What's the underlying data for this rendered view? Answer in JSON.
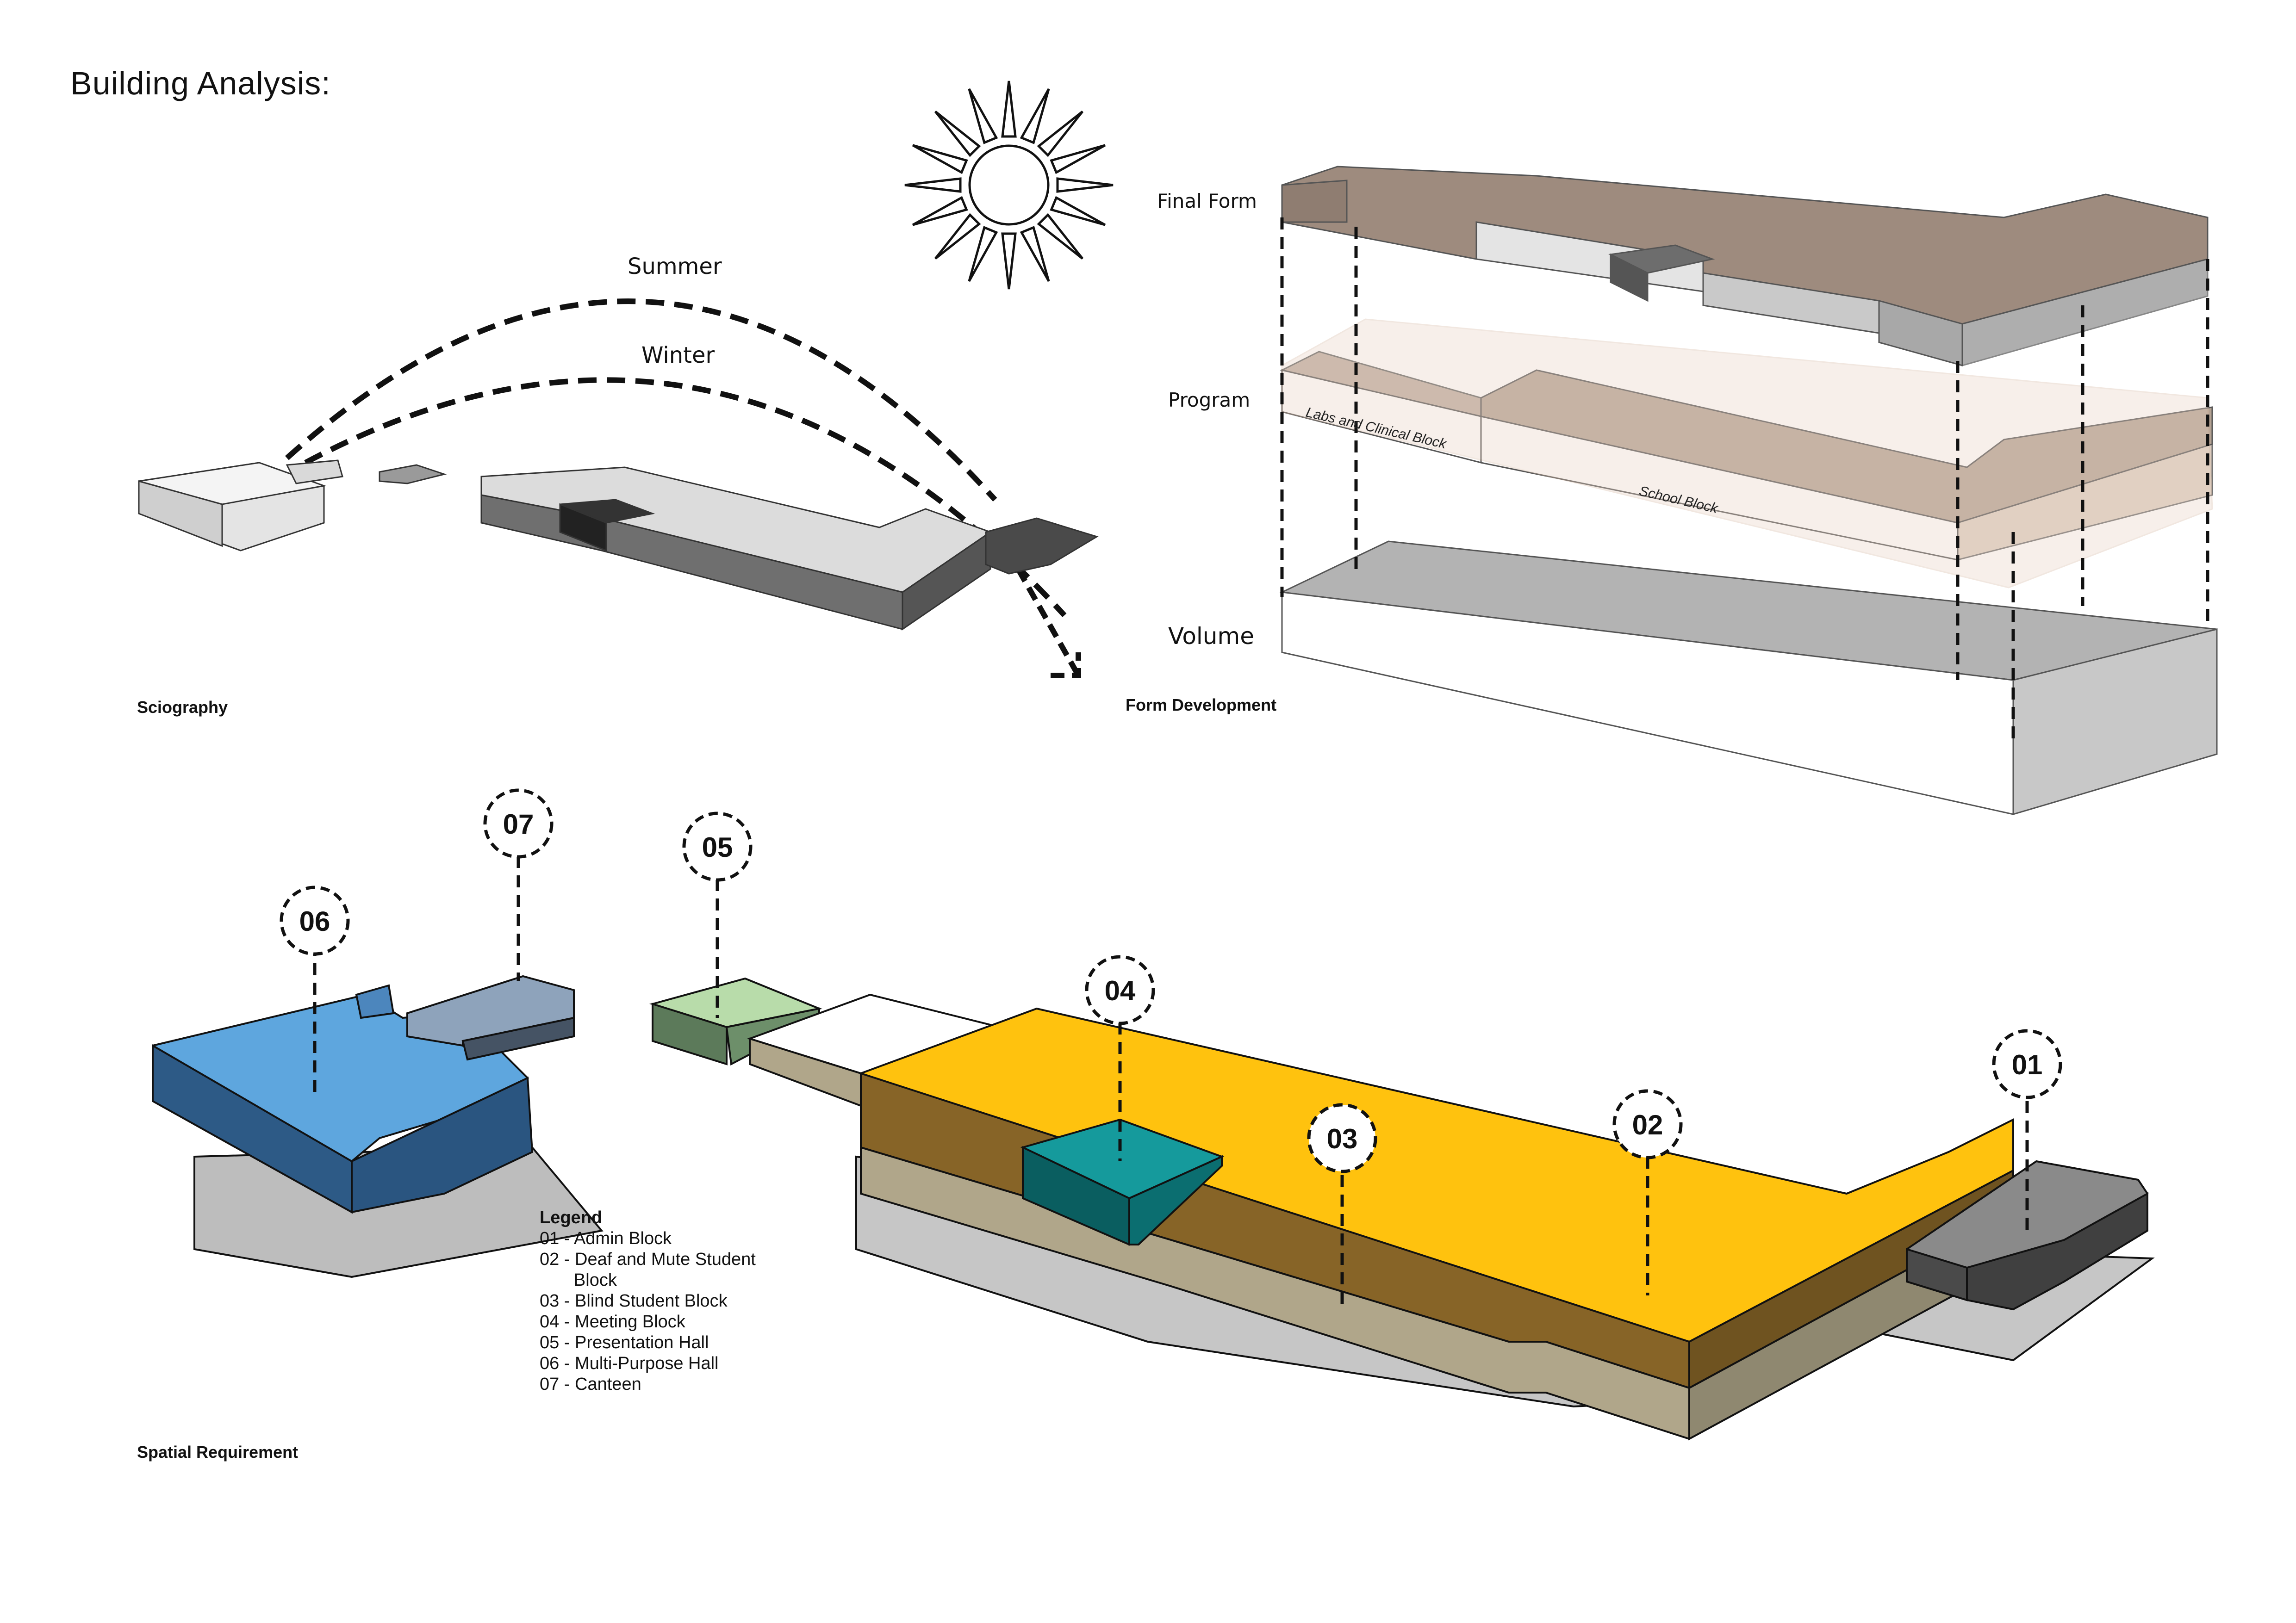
{
  "title": "Building Analysis:",
  "sections": {
    "sciography": {
      "caption": "Sciography",
      "sun_paths": [
        {
          "label": "Summer"
        },
        {
          "label": "Winter"
        }
      ]
    },
    "form_development": {
      "caption": "Form Development",
      "stages": [
        {
          "label": "Final Form"
        },
        {
          "label": "Program"
        },
        {
          "label": "Volume"
        }
      ],
      "program_blocks": [
        {
          "label": "Labs and Clinical Block"
        },
        {
          "label": "School Block"
        }
      ]
    },
    "spatial_requirement": {
      "caption": "Spatial Requirement",
      "markers": [
        "01",
        "02",
        "03",
        "04",
        "05",
        "06",
        "07"
      ],
      "legend": {
        "title": "Legend",
        "items": [
          "01 - Admin Block",
          "02 - Deaf and Mute Student\n       Block",
          "03 - Blind Student Block",
          "04 - Meeting Block",
          "05 - Presentation Hall",
          "06 - Multi-Purpose Hall",
          "07 - Canteen"
        ]
      },
      "colors": {
        "admin": "#8a8a8a",
        "deaf_mute": "#ffc20e",
        "blind": "#b0a68a",
        "meeting": "#159a9c",
        "presentation": "#b8dcaa",
        "multipurpose": "#5ea6de",
        "canteen": "#8ea3bb"
      }
    }
  }
}
